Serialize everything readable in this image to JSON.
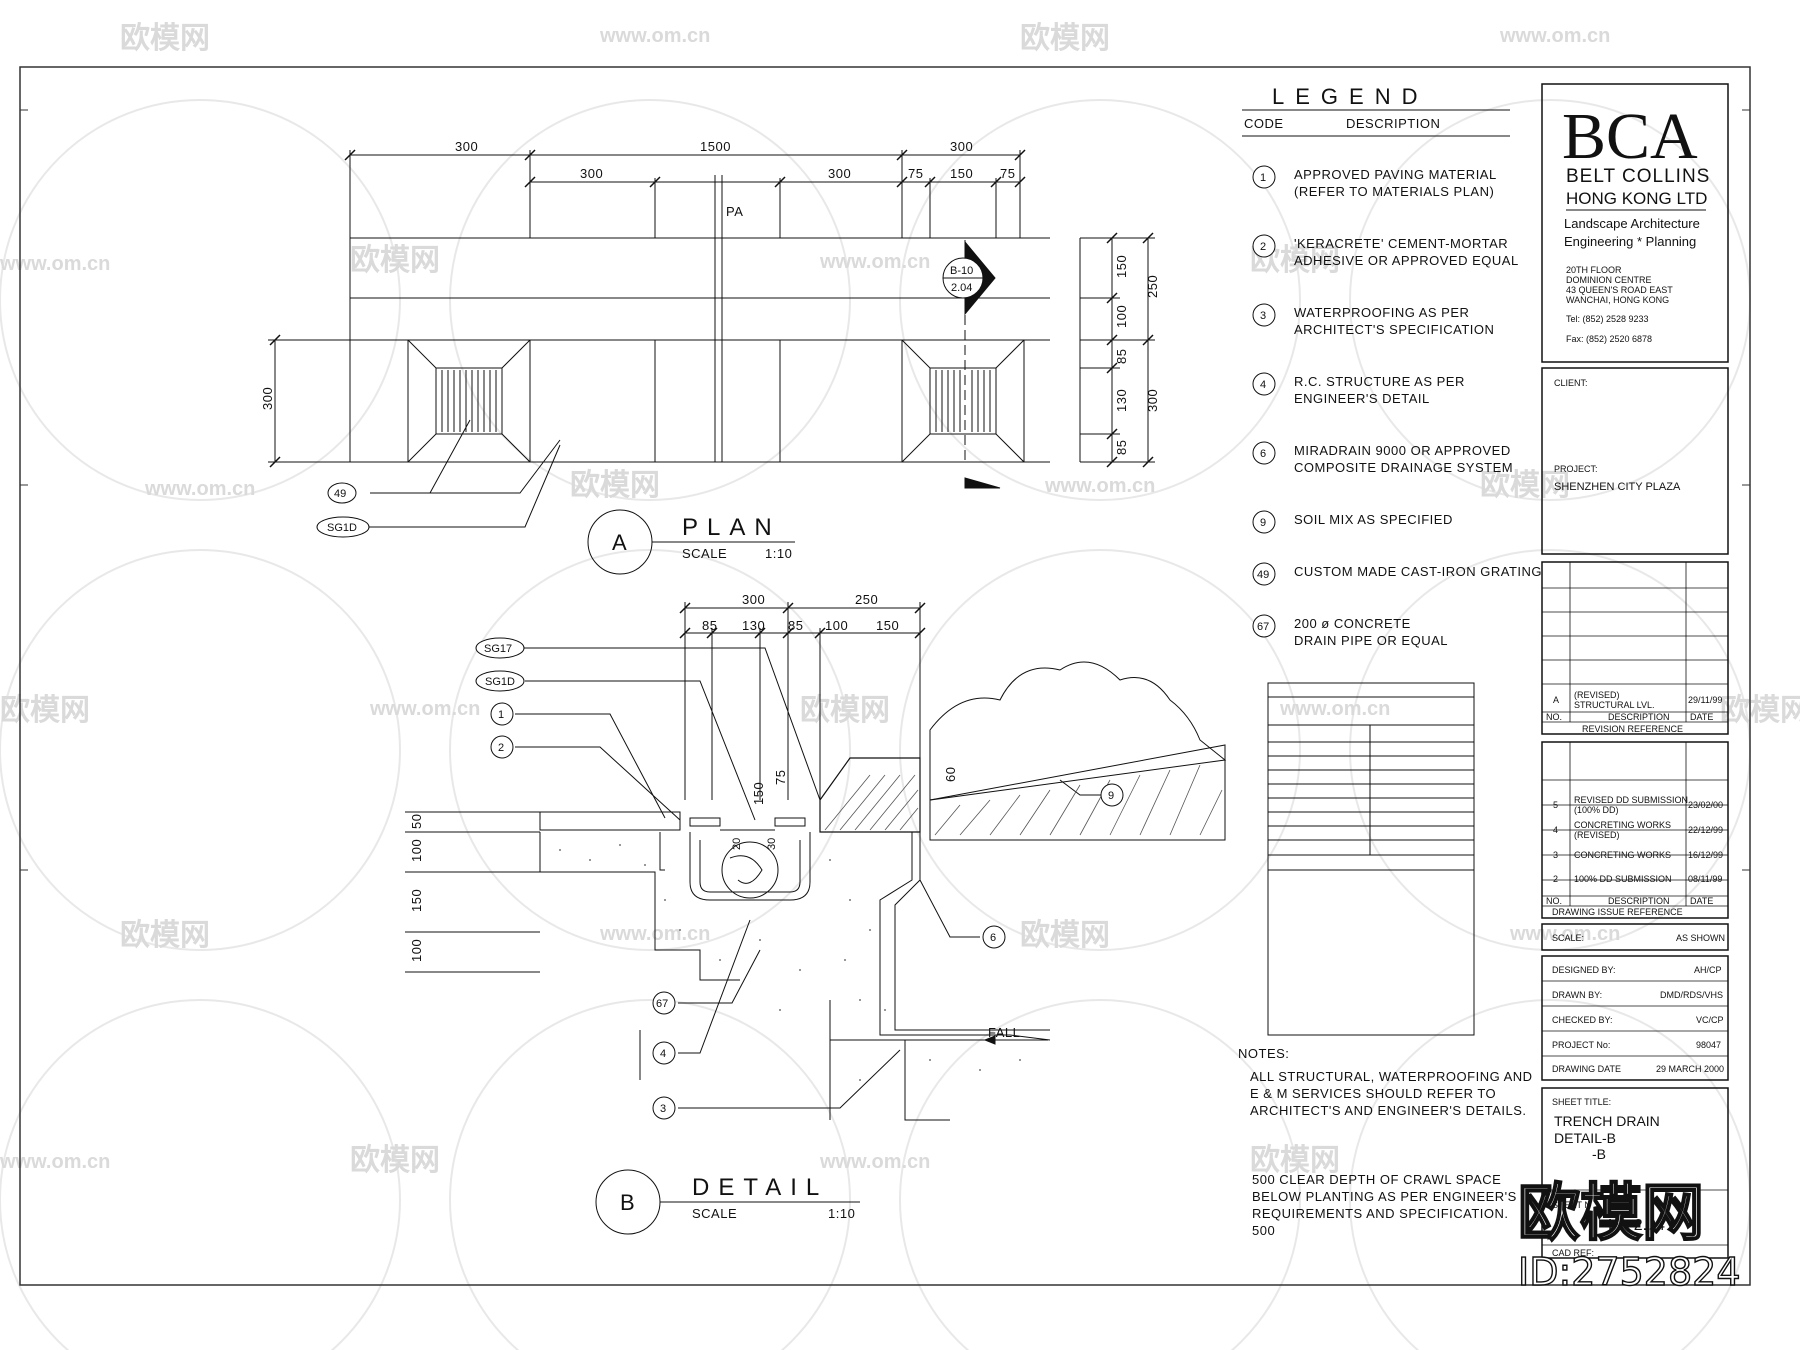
{
  "watermark": {
    "site": "www.om.cn",
    "brand": "欧模网",
    "brand_big": "欧模网",
    "id": "ID:2752824"
  },
  "legend": {
    "title": "LEGEND",
    "code_header": "CODE",
    "desc_header": "DESCRIPTION",
    "items": [
      {
        "code": "1",
        "line1": "APPROVED PAVING MATERIAL",
        "line2": "(REFER TO MATERIALS PLAN)"
      },
      {
        "code": "2",
        "line1": "'KERACRETE' CEMENT-MORTAR",
        "line2": "ADHESIVE OR APPROVED EQUAL"
      },
      {
        "code": "3",
        "line1": "WATERPROOFING AS PER",
        "line2": "ARCHITECT'S SPECIFICATION"
      },
      {
        "code": "4",
        "line1": "R.C. STRUCTURE AS PER",
        "line2": "ENGINEER'S DETAIL"
      },
      {
        "code": "6",
        "line1": "MIRADRAIN 9000 OR APPROVED",
        "line2": "COMPOSITE DRAINAGE SYSTEM"
      },
      {
        "code": "9",
        "line1": "SOIL MIX AS SPECIFIED",
        "line2": ""
      },
      {
        "code": "49",
        "line1": "CUSTOM MADE CAST-IRON GRATING",
        "line2": ""
      },
      {
        "code": "67",
        "line1": "200 ø CONCRETE",
        "line2": "DRAIN PIPE OR EQUAL"
      }
    ]
  },
  "title_block": {
    "logo": "BCA",
    "company1": "BELT COLLINS",
    "company2": "HONG KONG LTD",
    "discipline1": "Landscape Architecture",
    "discipline2": "Engineering * Planning",
    "addr1": "20TH FLOOR",
    "addr2": "DOMINION CENTRE",
    "addr3": "43 QUEEN'S ROAD EAST",
    "addr4": "WANCHAI, HONG KONG",
    "tel": "Tel:   (852) 2528 9233",
    "fax": "Fax:  (852) 2520 6878",
    "client_label": "CLIENT:",
    "project_label": "PROJECT:",
    "project": "SHENZHEN CITY PLAZA",
    "revisions": [
      {
        "no": "A",
        "desc1": "(REVISED)",
        "desc2": "STRUCTURAL LVL.",
        "date": "29/11/99"
      }
    ],
    "rev_no": "NO.",
    "rev_desc": "DESCRIPTION",
    "rev_date": "DATE",
    "rev_title": "REVISION REFERENCE",
    "issues": [
      {
        "no": "5",
        "desc1": "REVISED DD SUBMISSION",
        "desc2": "(100% DD)",
        "date": "23/02/00"
      },
      {
        "no": "4",
        "desc1": "CONCRETING WORKS",
        "desc2": "(REVISED)",
        "date": "22/12/99"
      },
      {
        "no": "3",
        "desc1": "CONCRETING WORKS",
        "desc2": "",
        "date": "16/12/99"
      },
      {
        "no": "2",
        "desc1": "100% DD SUBMISSION",
        "desc2": "",
        "date": "08/11/99"
      }
    ],
    "issue_title": "DRAWING ISSUE REFERENCE",
    "scale_label": "SCALE:",
    "scale": "AS SHOWN",
    "designed_label": "DESIGNED BY:",
    "designed": "AH/CP",
    "drawn_label": "DRAWN BY:",
    "drawn": "DMD/RDS/VHS",
    "checked_label": "CHECKED BY:",
    "checked": "VC/CP",
    "project_no_label": "PROJECT No:",
    "project_no": "98047",
    "date_label": "DRAWING DATE",
    "date": "29 MARCH 2000",
    "sheet_title_label": "SHEET TITLE:",
    "sheet_title1": "TRENCH DRAIN",
    "sheet_title2": "DETAIL-B",
    "sheet_title3": "-B",
    "sheet_no_label": "SHEET No.",
    "sheet_no": "LD-2.04",
    "cad_ref": "CAD REF:"
  },
  "notes": {
    "title": "NOTES:",
    "n1": [
      "ALL STRUCTURAL, WATERPROOFING AND",
      "E & M SERVICES SHOULD REFER TO",
      "ARCHITECT'S AND ENGINEER'S DETAILS."
    ],
    "n2": [
      "500 CLEAR DEPTH OF CRAWL SPACE",
      "BELOW PLANTING AS PER ENGINEER'S",
      "REQUIREMENTS AND SPECIFICATION.",
      "500"
    ]
  },
  "plan": {
    "marker": "A",
    "title": "PLAN",
    "scale_label": "SCALE",
    "scale": "1:10",
    "pa": "PA",
    "section_id": "B-10",
    "section_sheet": "2.04",
    "tag_49": "49",
    "tag_sg1d": "SG1D",
    "dims_top": [
      "300",
      "1500",
      "300"
    ],
    "dims_mid": [
      "300",
      "300",
      "75",
      "150",
      "75"
    ],
    "dims_left": "300",
    "dims_right_inner": [
      "150",
      "100",
      "85",
      "130",
      "85"
    ],
    "dims_right_outer": [
      "250",
      "300"
    ]
  },
  "detail": {
    "marker": "B",
    "title": "DETAIL",
    "scale_label": "SCALE",
    "scale": "1:10",
    "dims_top": [
      "300",
      "250"
    ],
    "dims_mid": [
      "85",
      "130",
      "85",
      "100",
      "150"
    ],
    "dims_left": [
      "50",
      "100",
      "150",
      "100"
    ],
    "dims_inner": [
      "150",
      "75",
      "20",
      "30",
      "60"
    ],
    "fall": "FALL",
    "callouts": [
      "SG17",
      "SG1D",
      "1",
      "2",
      "67",
      "4",
      "3",
      "6",
      "9"
    ]
  }
}
